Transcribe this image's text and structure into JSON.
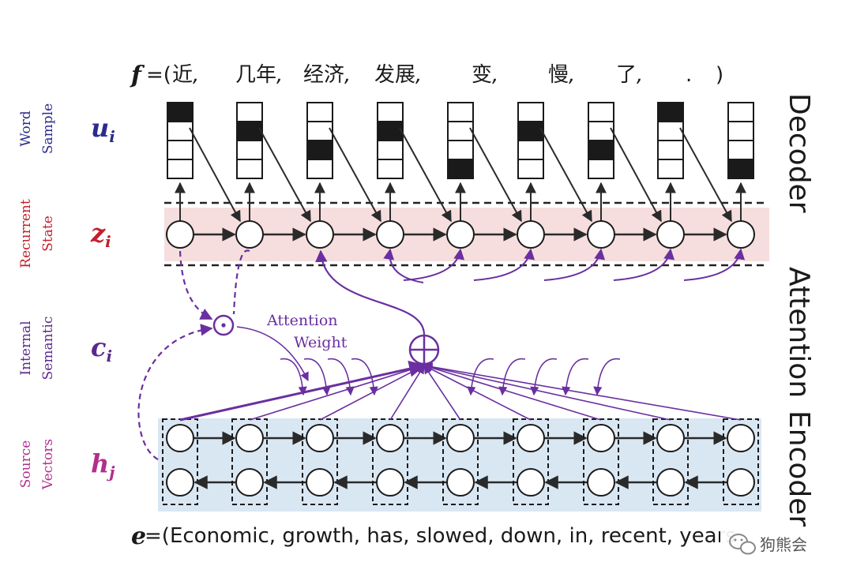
{
  "target_prefix": "f",
  "target_tokens": [
    "近",
    "几年",
    "经济",
    "发展",
    "变",
    "慢",
    "了",
    ".",
    ""
  ],
  "source_prefix": "e",
  "source_tokens": [
    "Economic",
    "growth",
    "has",
    "slowed",
    "down",
    "in",
    "recent",
    "years",
    "."
  ],
  "source_sentence": "Economic, growth, has, slowed, down, in, recent, years",
  "rows": [
    {
      "symbol": "u",
      "sub": "i",
      "label_line1": "Word",
      "label_line2": "Sample",
      "color": "#2b2a8f"
    },
    {
      "symbol": "z",
      "sub": "i",
      "label_line1": "Recurrent",
      "label_line2": "State",
      "color": "#c41e2a"
    },
    {
      "symbol": "c",
      "sub": "i",
      "label_line1": "Internal",
      "label_line2": "Semantic",
      "color": "#5a2a8a"
    },
    {
      "symbol": "h",
      "sub": "j",
      "label_line1": "Source",
      "label_line2": "Vectors",
      "color": "#b0308c"
    }
  ],
  "right_labels": [
    "Decoder",
    "Attention",
    "Encoder"
  ],
  "attention_label_line1": "Attention",
  "attention_label_line2": "Weight",
  "word_sample_active_cell": [
    0,
    1,
    2,
    1,
    3,
    1,
    2,
    0,
    3
  ],
  "colors": {
    "purple": "#6a2fa0",
    "decoder_band": "#f6dede",
    "encoder_band": "#d9e7f3",
    "black": "#1a1a1a"
  },
  "watermark": "狗熊会"
}
